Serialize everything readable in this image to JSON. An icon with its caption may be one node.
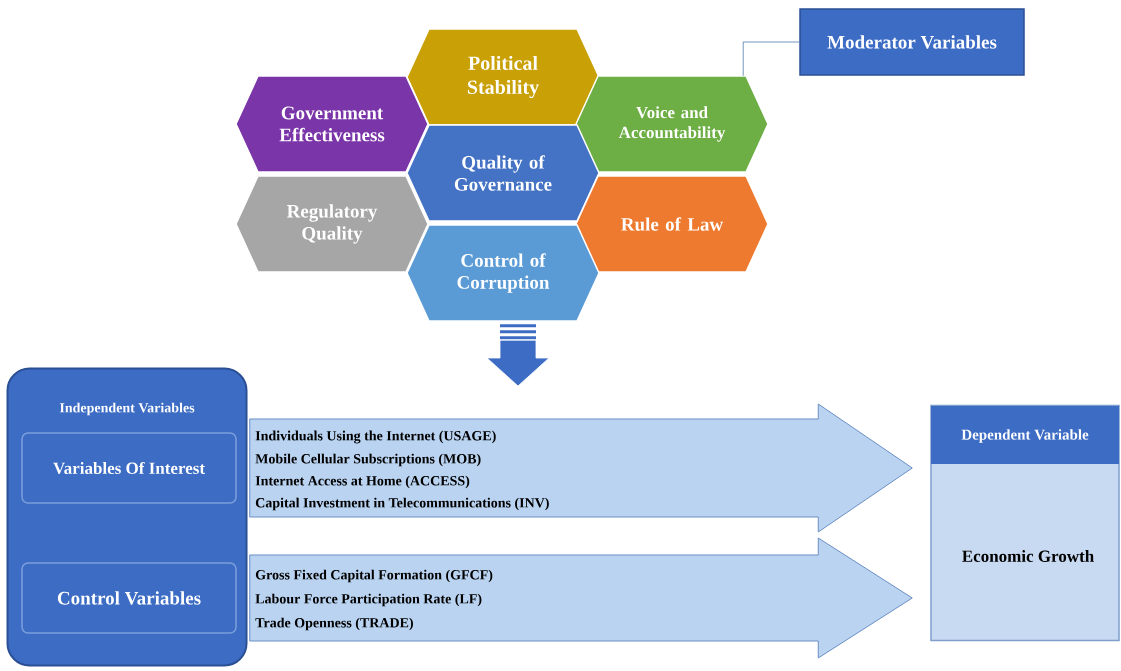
{
  "diagram": {
    "nodes": [
      {
        "text": [
          "Political Stability"
        ]
      },
      {
        "text": [
          "Government Effectiveness"
        ]
      },
      {
        "text": [
          "Voice and Accountability"
        ]
      },
      {
        "text": [
          "Quality of Governance"
        ]
      },
      {
        "text": [
          "Regulatory Quality"
        ]
      },
      {
        "text": [
          "Rule of Law"
        ]
      },
      {
        "text": [
          "Control of Corruption"
        ]
      },
      {
        "text": [
          "Moderator Variables"
        ]
      },
      {
        "text": [
          "Independent Variables"
        ]
      },
      {
        "text": [
          "Variables Of Interest"
        ],
        "in": 8
      },
      {
        "text": [
          "Control Variables"
        ],
        "in": 8
      },
      {
        "text": [
          "Dependent Variable",
          "Economic Growth"
        ]
      }
    ],
    "edges": [
      {
        "from": 2,
        "to": 7,
        "arrow": "none"
      },
      {
        "from": 6,
        "to": null,
        "arrow": "to",
        "style": "thick",
        "color": "#3d6cc4"
      },
      {
        "from": 9,
        "to": 11,
        "arrow": "to",
        "style": "thick"
      },
      {
        "from": 10,
        "to": 11,
        "arrow": "to",
        "style": "thick"
      }
    ],
    "labels": [
      "Individuals Using the Internet (USAGE)",
      "Mobile Cellular Subscriptions (MOB)",
      "Internet Access at Home (ACCESS)",
      "Capital Investment in Telecommunications (INV)",
      "Gross Fixed Capital Formation (GFCF)",
      "Labour Force Participation Rate (LF)",
      "Trade Openness (TRADE)"
    ]
  }
}
